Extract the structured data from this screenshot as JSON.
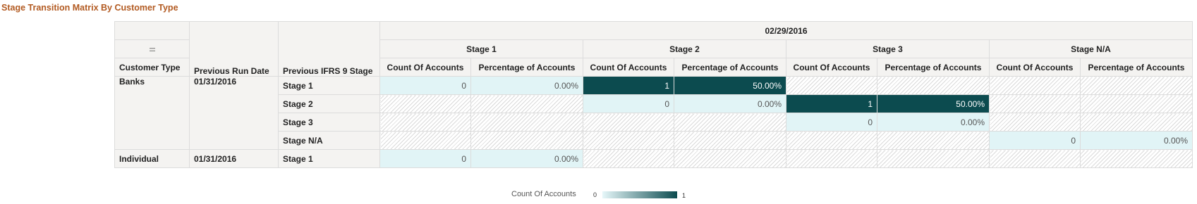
{
  "title": "Stage Transition Matrix By Customer Type",
  "grip_glyph": "::::",
  "header": {
    "date": "02/29/2016",
    "row_headers": [
      "Customer Type",
      "Previous Run Date",
      "Previous IFRS 9 Stage"
    ],
    "stages": [
      "Stage 1",
      "Stage 2",
      "Stage 3",
      "Stage N/A"
    ],
    "measure_count": "Count Of Accounts",
    "measure_pct": "Percentage of Accounts"
  },
  "rows": [
    {
      "customer": "Banks",
      "run_date": "01/31/2016",
      "stage": "Stage 1",
      "cells": {
        "stage1": [
          "0",
          "0.00%"
        ],
        "stage2": [
          "1",
          "50.00%"
        ]
      }
    },
    {
      "customer": "",
      "run_date": "",
      "stage": "Stage 2",
      "cells": {
        "stage2": [
          "0",
          "0.00%"
        ],
        "stage3": [
          "1",
          "50.00%"
        ]
      }
    },
    {
      "customer": "",
      "run_date": "",
      "stage": "Stage 3",
      "cells": {
        "stage3": [
          "0",
          "0.00%"
        ]
      }
    },
    {
      "customer": "",
      "run_date": "",
      "stage": "Stage N/A",
      "cells": {
        "stagena": [
          "0",
          "0.00%"
        ]
      }
    },
    {
      "customer": "Individual",
      "run_date": "01/31/2016",
      "stage": "Stage 1",
      "cells": {
        "stage1": [
          "0",
          "0.00%"
        ]
      }
    }
  ],
  "legend": {
    "label": "Count Of Accounts",
    "min": "0",
    "max": "1"
  },
  "colors": {
    "title": "#b25a21",
    "low": "#e1f4f6",
    "high": "#0c4b4f",
    "header_bg": "#f4f3f1"
  }
}
